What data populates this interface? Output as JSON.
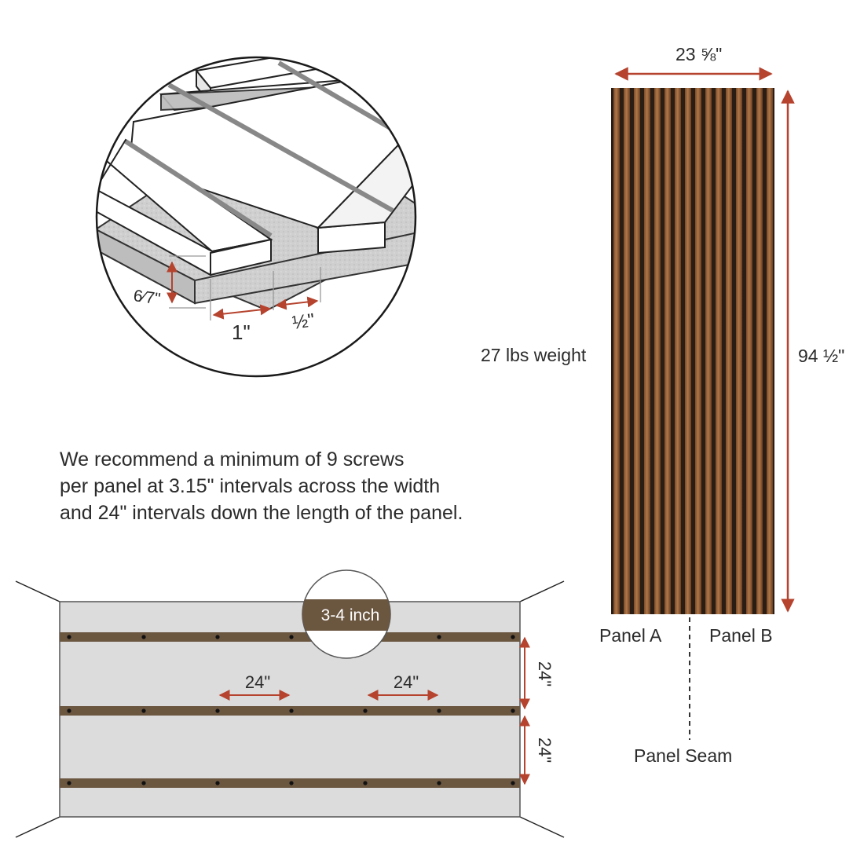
{
  "detail": {
    "thickness_label": "6⁄7\"",
    "slat_width_label": "1\"",
    "gap_label": "½\""
  },
  "panel": {
    "width_label": "23 ⅝\"",
    "height_label": "94 ½\"",
    "weight_label": "27 lbs weight",
    "panel_a_label": "Panel A",
    "panel_b_label": "Panel B",
    "seam_label": "Panel Seam",
    "slat_count": 16
  },
  "recommendation": {
    "lines": [
      "We recommend a minimum of 9 screws",
      "per panel at 3.15\" intervals across  the width",
      "and 24\" intervals down the length of the panel."
    ]
  },
  "install": {
    "callout_label": "3-4 inch",
    "horizontal_spacing_labels": [
      "24\"",
      "24\""
    ],
    "vertical_spacing_labels": [
      "24\"",
      "24\""
    ]
  },
  "colors": {
    "dimension_arrow": "#b5432e",
    "wood_light": "#a0653a",
    "wood_dark": "#2a1d14",
    "batten": "#6b5640",
    "wall": "#dcdcdc",
    "callout_fill": "#6b5640"
  }
}
